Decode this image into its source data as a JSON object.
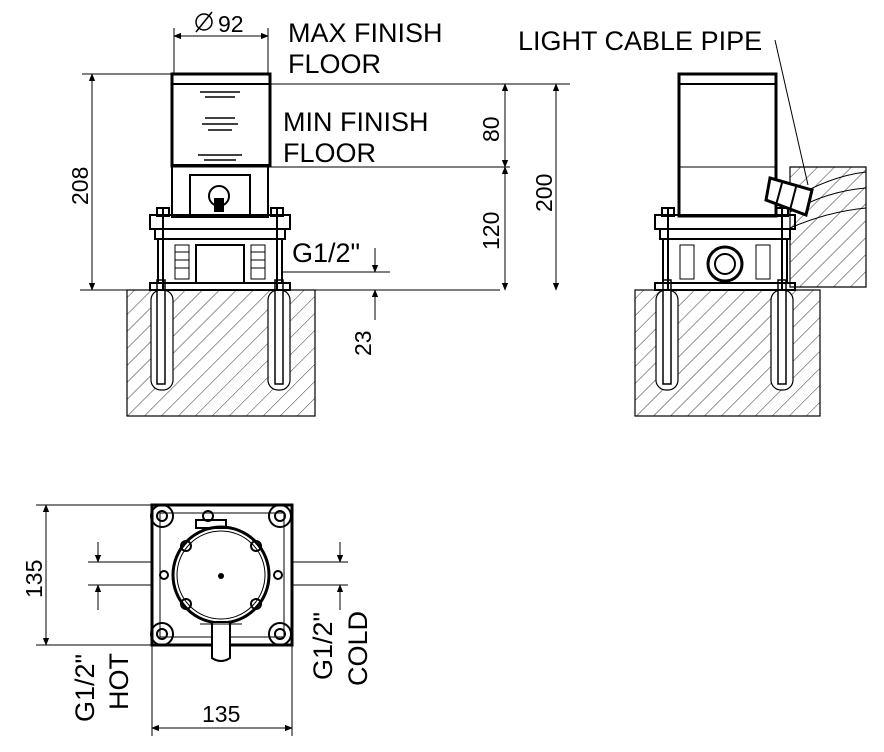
{
  "labels": {
    "max_finish_floor_1": "MAX FINISH",
    "max_finish_floor_2": "FLOOR",
    "min_finish_floor_1": "MIN FINISH",
    "min_finish_floor_2": "FLOOR",
    "light_cable_pipe": "LIGHT CABLE PIPE",
    "thread_side": "G1/2\"",
    "thread_hot": "G1/2\"",
    "hot": "HOT",
    "thread_cold": "G1/2\"",
    "cold": "COLD"
  },
  "dimensions": {
    "diameter": "92",
    "height_total": "208",
    "height_80": "80",
    "height_120": "120",
    "height_200": "200",
    "depth_23": "23",
    "plan_height": "135",
    "plan_width": "135"
  }
}
